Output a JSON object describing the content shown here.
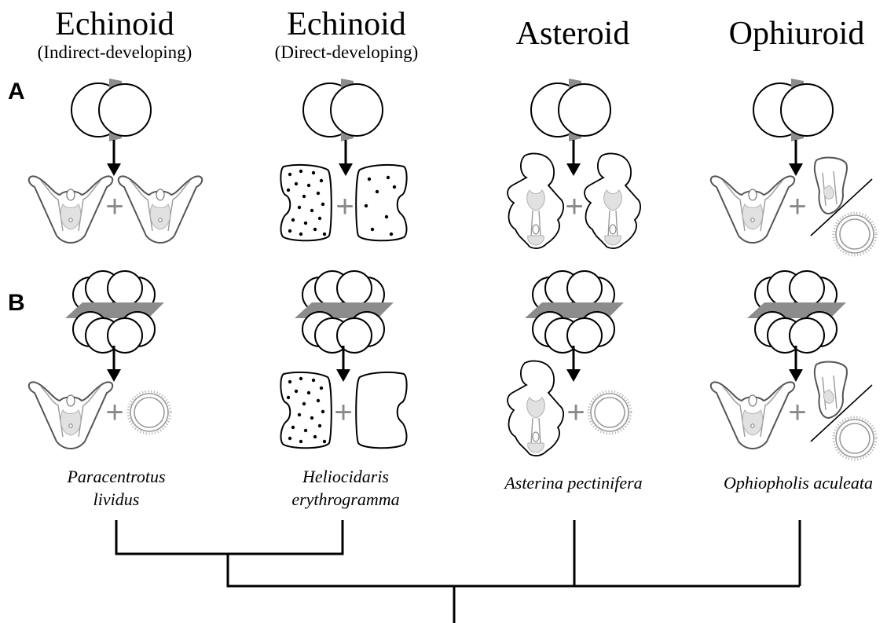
{
  "columns": [
    {
      "title": "Echinoid",
      "subtitle": "(Indirect-developing)",
      "species": [
        "Paracentrotus",
        "lividus"
      ]
    },
    {
      "title": "Echinoid",
      "subtitle": "(Direct-developing)",
      "species": [
        "Heliocidaris",
        "erythrogramma"
      ]
    },
    {
      "title": "Asteroid",
      "subtitle": "",
      "species": [
        "Asterina pectinifera",
        ""
      ]
    },
    {
      "title": "Ophiuroid",
      "subtitle": "",
      "species": [
        "Ophiopholis aculeata",
        ""
      ]
    }
  ],
  "panels": {
    "a": "A",
    "b": "B"
  },
  "plus_sign": "+",
  "colors": {
    "cut_plane": "#8c8c8c",
    "outline": "#000000",
    "gut": "#e1e1e1",
    "larva_line": "#9a9a9a"
  },
  "results": {
    "a": [
      "pluteus + pluteus",
      "dotted larva + dotted larva",
      "bipinnaria + bipinnaria",
      "pluteus + partial larva / blastula"
    ],
    "b": [
      "pluteus + blastula",
      "dotted larva + empty larva",
      "bipinnaria + blastula",
      "pluteus + partial larva / blastula"
    ]
  }
}
